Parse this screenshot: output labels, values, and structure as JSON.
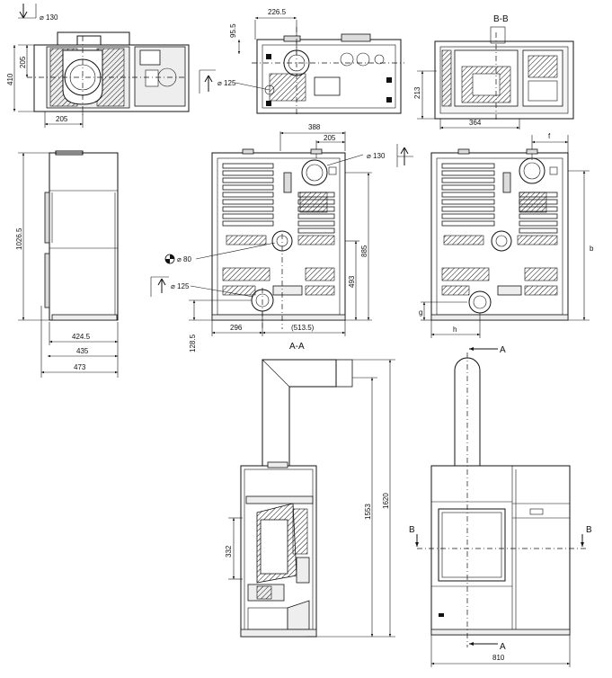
{
  "top_left_view": {
    "flue_symbol": "130",
    "dim_width_left": "205",
    "dim_height": "410",
    "dim_height_inner": "205",
    "dim_bottom": "205"
  },
  "top_middle_view": {
    "dim_top": "226.5",
    "dim_left": "95.5",
    "dim_pipe": "125"
  },
  "section_bb": {
    "title": "B-B",
    "dim_height": "213",
    "dim_width": "364"
  },
  "side_view": {
    "dim_height": "1026.5",
    "dim_424": "424.5",
    "dim_435": "435",
    "dim_473": "473"
  },
  "rear_view": {
    "dim_388": "388",
    "dim_205": "205",
    "flue_130": "130",
    "air_80": "80",
    "pipe_125": "125",
    "dim_885": "885",
    "dim_493": "493",
    "dim_296": "296",
    "dim_513": "(513.5)",
    "dim_128": "128.5"
  },
  "rear_view_2": {
    "dim_f": "f",
    "dim_b": "b",
    "dim_g": "g",
    "dim_h": "h"
  },
  "section_aa": {
    "title": "A-A",
    "dim_1553": "1553",
    "dim_1620": "1620",
    "dim_332": "332"
  },
  "front_view": {
    "label_a_top": "A",
    "label_a_bottom": "A",
    "label_b_left": "B",
    "label_b_right": "B",
    "dim_width": "810"
  },
  "colors": {
    "line": "#111111",
    "panel": "#dcdcdc",
    "background": "#ffffff"
  }
}
